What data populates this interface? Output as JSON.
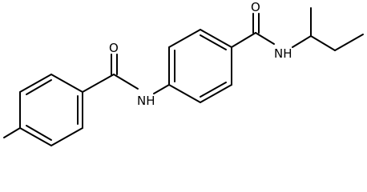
{
  "molecule": {
    "atoms": {
      "o_left": "O",
      "nh_left": "NH",
      "o_right": "O",
      "nh_right": "NH"
    },
    "colors": {
      "bond": "#000000",
      "label": "#000000",
      "background": "#ffffff"
    }
  }
}
